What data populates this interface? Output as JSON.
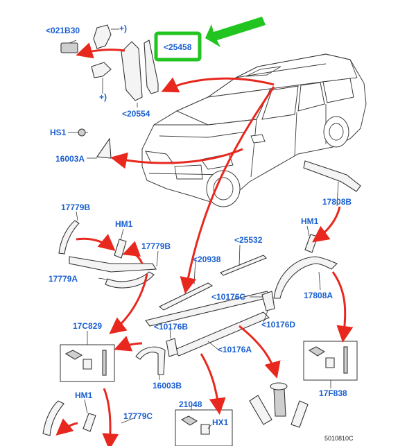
{
  "labels": {
    "l_021B30": "<021B30",
    "l_25458": "<25458",
    "l_20554": "<20554",
    "l_HS1": "HS1",
    "l_16003A": "16003A",
    "l_17779B_top": "17779B",
    "l_HM1_a": "HM1",
    "l_17779B_right": "17779B",
    "l_17779A": "17779A",
    "l_20938": "<20938",
    "l_25532": "<25532",
    "l_HM1_b": "HM1",
    "l_17808B": "17808B",
    "l_10176C": "<10176C",
    "l_17808A": "17808A",
    "l_10176D": "<10176D",
    "l_17C829": "17C829",
    "l_10176B": "<10176B",
    "l_10176A": "<10176A",
    "l_16003B": "16003B",
    "l_17F838": "17F838",
    "l_HM1_c": "HM1",
    "l_17779C": "17779C",
    "l_21048": "21048",
    "l_HX1": "HX1",
    "l_plus1": "+)",
    "l_plus2": "+)"
  },
  "doc_ref": "5010810C",
  "highlight_color": "#22c41f",
  "arrow_color": "#e8281e",
  "label_color": "#1a5fd0"
}
